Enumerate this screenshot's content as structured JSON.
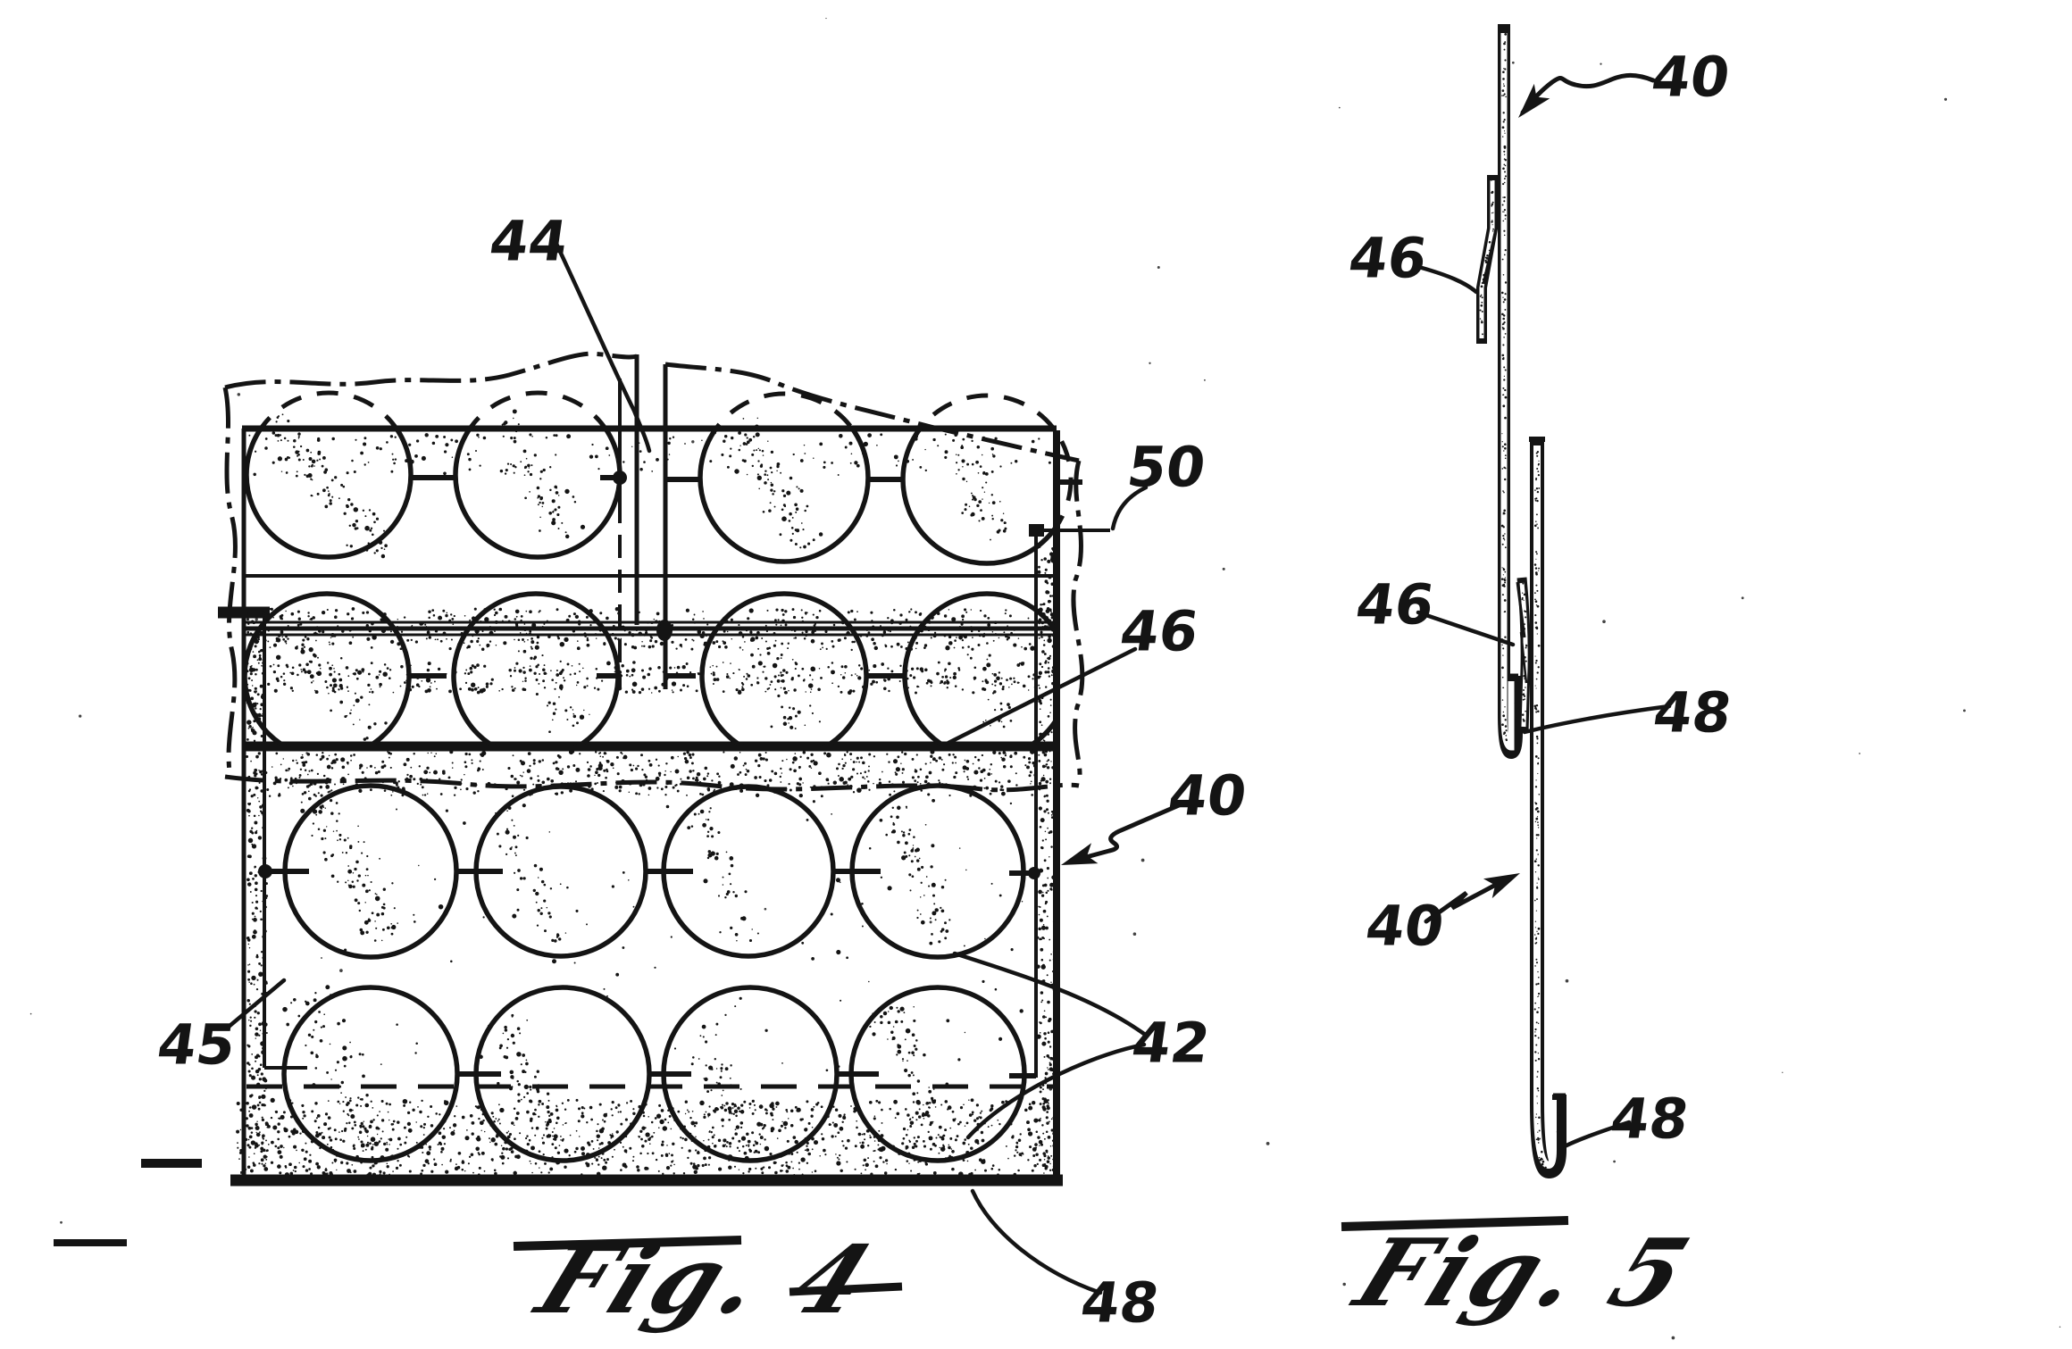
{
  "document": {
    "kind": "patent-drawing-sheet",
    "paper_color": "#ffffff",
    "ink_color": "#141414"
  },
  "figure4": {
    "title": "Fig. 4",
    "labels": {
      "l44": "44",
      "l50": "50",
      "l46": "46",
      "l40": "40",
      "l42": "42",
      "l45": "45",
      "l48": "48"
    }
  },
  "figure5": {
    "title": "Fig. 5",
    "labels": {
      "l40_top": "40",
      "l46_top": "46",
      "l46_mid": "46",
      "l48_mid": "48",
      "l40_lower": "40",
      "l48_lower": "48"
    }
  }
}
